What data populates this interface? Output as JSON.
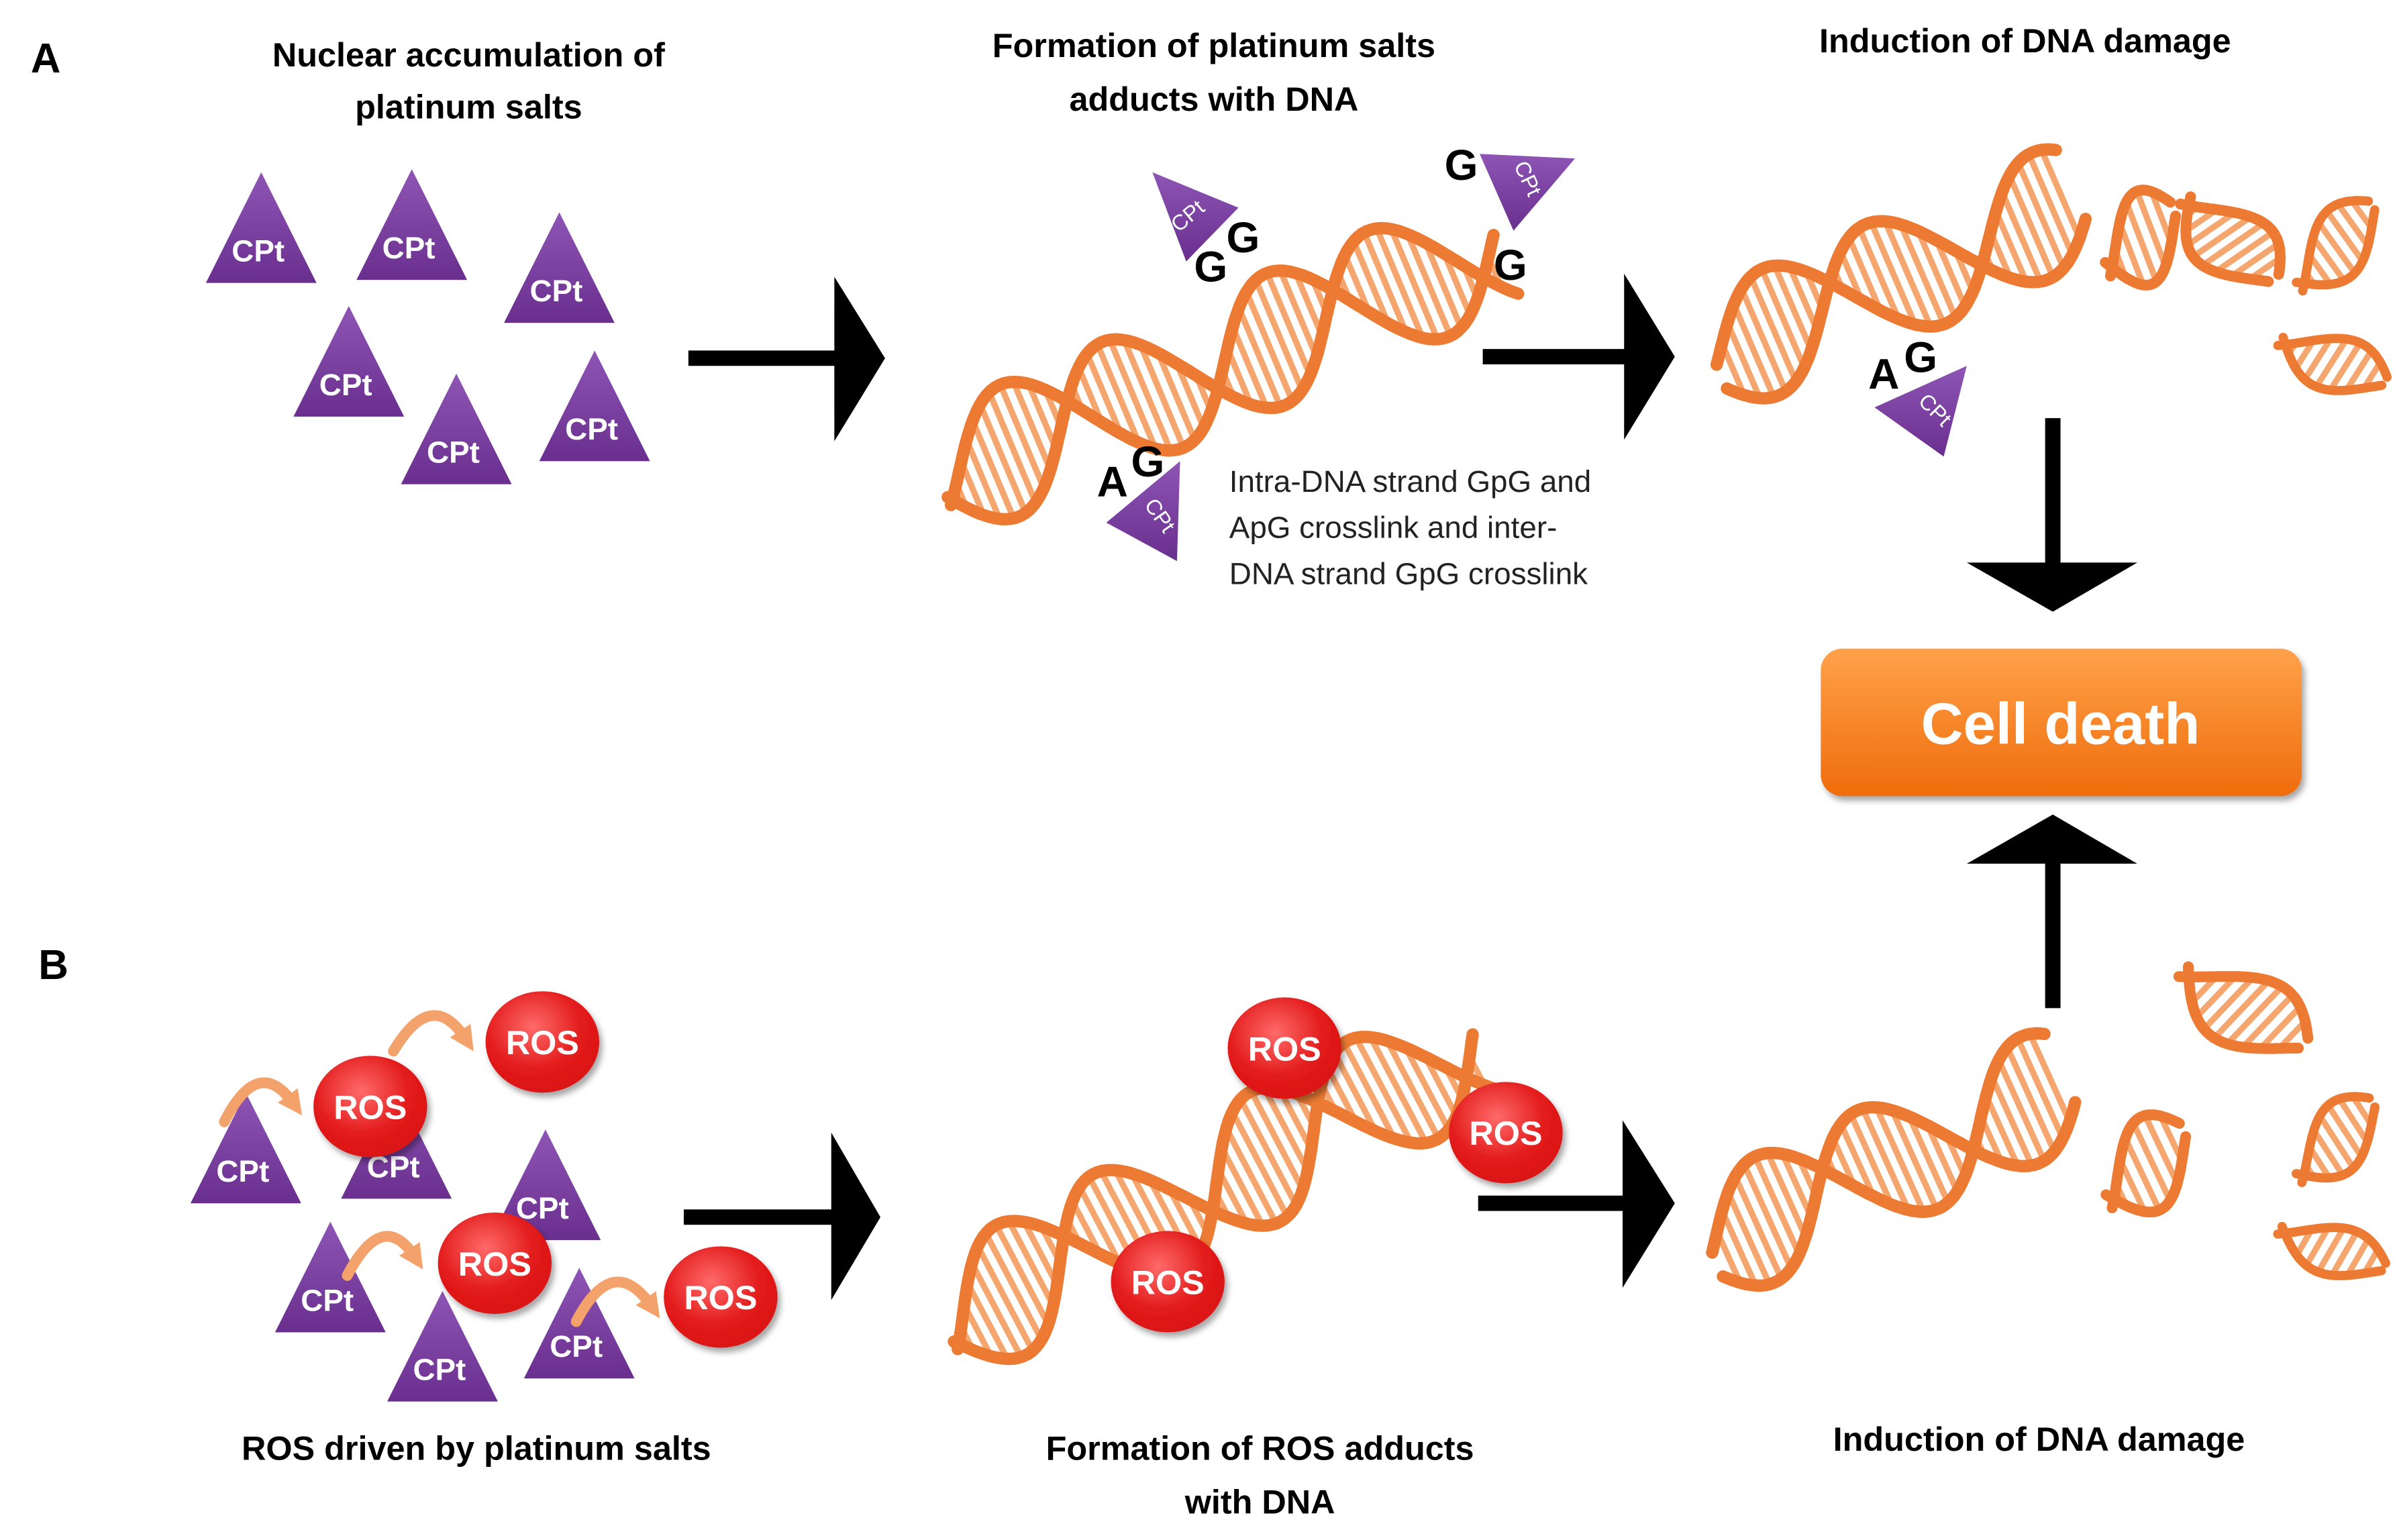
{
  "panel_a": {
    "label": "A",
    "step1": {
      "title_line1": "Nuclear accumulation of",
      "title_line2": "platinum salts",
      "drug_label": "CPt"
    },
    "step2": {
      "title_line1": "Formation of platinum salts",
      "title_line2": "adducts with DNA",
      "note_line1": "Intra-DNA strand GpG and",
      "note_line2": "ApG crosslink and inter-",
      "note_line3": "DNA strand GpG crosslink",
      "adducts": [
        {
          "base_1": "G",
          "base_2": "G",
          "drug": "CPt"
        },
        {
          "base_1": "G",
          "base_2": "G",
          "drug": "CPt"
        },
        {
          "base_1": "A",
          "base_2": "G",
          "drug": "CPt"
        }
      ]
    },
    "step3": {
      "title": "Induction of DNA damage",
      "adduct": {
        "base_1": "A",
        "base_2": "G",
        "drug": "CPt"
      }
    }
  },
  "panel_b": {
    "label": "B",
    "step1": {
      "title": "ROS driven by platinum salts",
      "drug_label": "CPt",
      "ros_label": "ROS"
    },
    "step2": {
      "title_line1": "Formation of ROS adducts",
      "title_line2": "with DNA",
      "ros_label": "ROS"
    },
    "step3": {
      "title": "Induction of DNA damage"
    }
  },
  "outcome": {
    "label": "Cell death"
  },
  "colors": {
    "drug": "#6A2F8E",
    "drug_light": "#8E55B4",
    "dna": "#EC7A33",
    "dna_light": "#F5A66E",
    "ros": "#D91414",
    "ros_light": "#FF6A6A",
    "outcome": "#EF6C0C",
    "outcome_light": "#FFA24A",
    "ros_transfer_arrow": "#F4A26B",
    "arrow": "#000000"
  }
}
